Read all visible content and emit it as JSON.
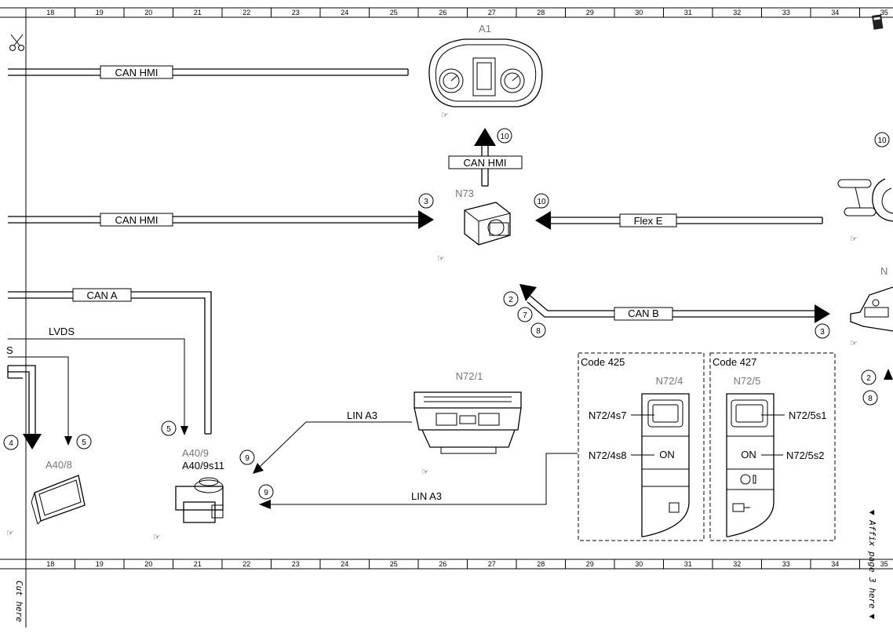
{
  "ruler": {
    "top_ticks": [
      "18",
      "19",
      "20",
      "21",
      "22",
      "23",
      "24",
      "25",
      "26",
      "27",
      "28",
      "29",
      "30",
      "31",
      "32",
      "33",
      "34",
      "35"
    ],
    "bottom_ticks": [
      "18",
      "19",
      "20",
      "21",
      "22",
      "23",
      "24",
      "25",
      "26",
      "27",
      "28",
      "29",
      "30",
      "31",
      "32",
      "33",
      "34",
      "35"
    ]
  },
  "margin_text": {
    "cut_here": "Cut here",
    "affix_page": "▼ Affix page 3 here ▼"
  },
  "bus_labels": {
    "can_hmi_top": "CAN HMI",
    "can_hmi_middle": "CAN HMI",
    "can_hmi_vertical": "CAN HMI",
    "flex_e": "Flex E",
    "can_a": "CAN A",
    "can_b": "CAN B",
    "lvds": "LVDS",
    "lvds_partial": "S",
    "lin_a3_upper": "LIN A3",
    "lin_a3_lower": "LIN A3"
  },
  "components": {
    "a1": "A1",
    "n73": "N73",
    "n72_1": "N72/1",
    "a40_9": "A40/9",
    "a40_9s11": "A40/9s11",
    "a40_8": "A40/8",
    "n72_4": "N72/4",
    "n72_5": "N72/5",
    "n_partial": "N"
  },
  "code_boxes": {
    "code_425": "Code 425",
    "code_427": "Code 427"
  },
  "switch_labels": {
    "n72_4s7": "N72/4s7",
    "n72_4s8": "N72/4s8",
    "n72_5s1": "N72/5s1",
    "n72_5s2": "N72/5s2",
    "on_left": "ON",
    "on_right": "ON"
  },
  "circle_numbers": {
    "c10_a1": "10",
    "c3_n73_left": "3",
    "c10_n73_right": "10",
    "c10_edge": "10",
    "c2": "2",
    "c7": "7",
    "c8": "8",
    "c3_canb": "3",
    "c5_a40_9": "5",
    "c4": "4",
    "c5_a40_8": "5",
    "c9_upper": "9",
    "c9_lower": "9",
    "c2_edge": "2",
    "c8_edge": "8"
  },
  "icons": [
    "scissors-icon",
    "pencil-icon",
    "reference-hand-icon"
  ]
}
